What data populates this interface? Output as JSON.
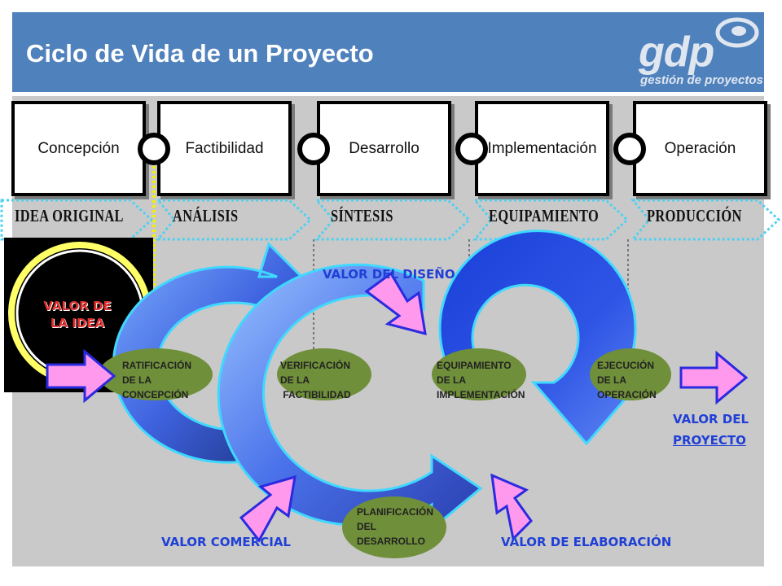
{
  "header": {
    "title": "Ciclo de Vida de un Proyecto",
    "logo": {
      "name": "gdp",
      "subtitle": "gestión de proyectos"
    }
  },
  "phases": [
    {
      "label": "Concepción"
    },
    {
      "label": "Factibilidad"
    },
    {
      "label": "Desarrollo"
    },
    {
      "label": "Implementación"
    },
    {
      "label": "Operación"
    }
  ],
  "stages": [
    {
      "label": "IDEA ORIGINAL"
    },
    {
      "label": "ANÁLISIS"
    },
    {
      "label": "SÍNTESIS"
    },
    {
      "label": "EQUIPAMIENTO"
    },
    {
      "label": "PRODUCCIÓN"
    }
  ],
  "idea_value": {
    "label": "VALOR DE\nLA IDEA"
  },
  "milestones": [
    {
      "label": "RATIFICACIÓN\nDE LA\nCONCEPCIÓN"
    },
    {
      "label": "VERIFICACIÓN\nDE LA\n FACTIBILIDAD"
    },
    {
      "label": "EQUIPAMIENTO\nDE LA\nIMPLEMENTACIÓN"
    },
    {
      "label": "EJECUCIÓN\nDE LA\nOPERACIÓN"
    },
    {
      "label": "PLANIFICACIÓN\nDEL\nDESARROLLO"
    }
  ],
  "values": {
    "design": "VALOR DEL DISEÑO",
    "commercial": "VALOR COMERCIAL",
    "elaboration": "VALOR DE ELABORACIÓN",
    "project_line1": "VALOR DEL",
    "project_line2": "PROYECTO"
  },
  "colors": {
    "header_bg": "#4f81bd",
    "panel_bg": "#c9c9c9",
    "milestone_fill": "#6f8f3a",
    "value_text": "#1f3fd6",
    "pink_arrow": "#ff99ee",
    "idea_text": "#e03030"
  }
}
